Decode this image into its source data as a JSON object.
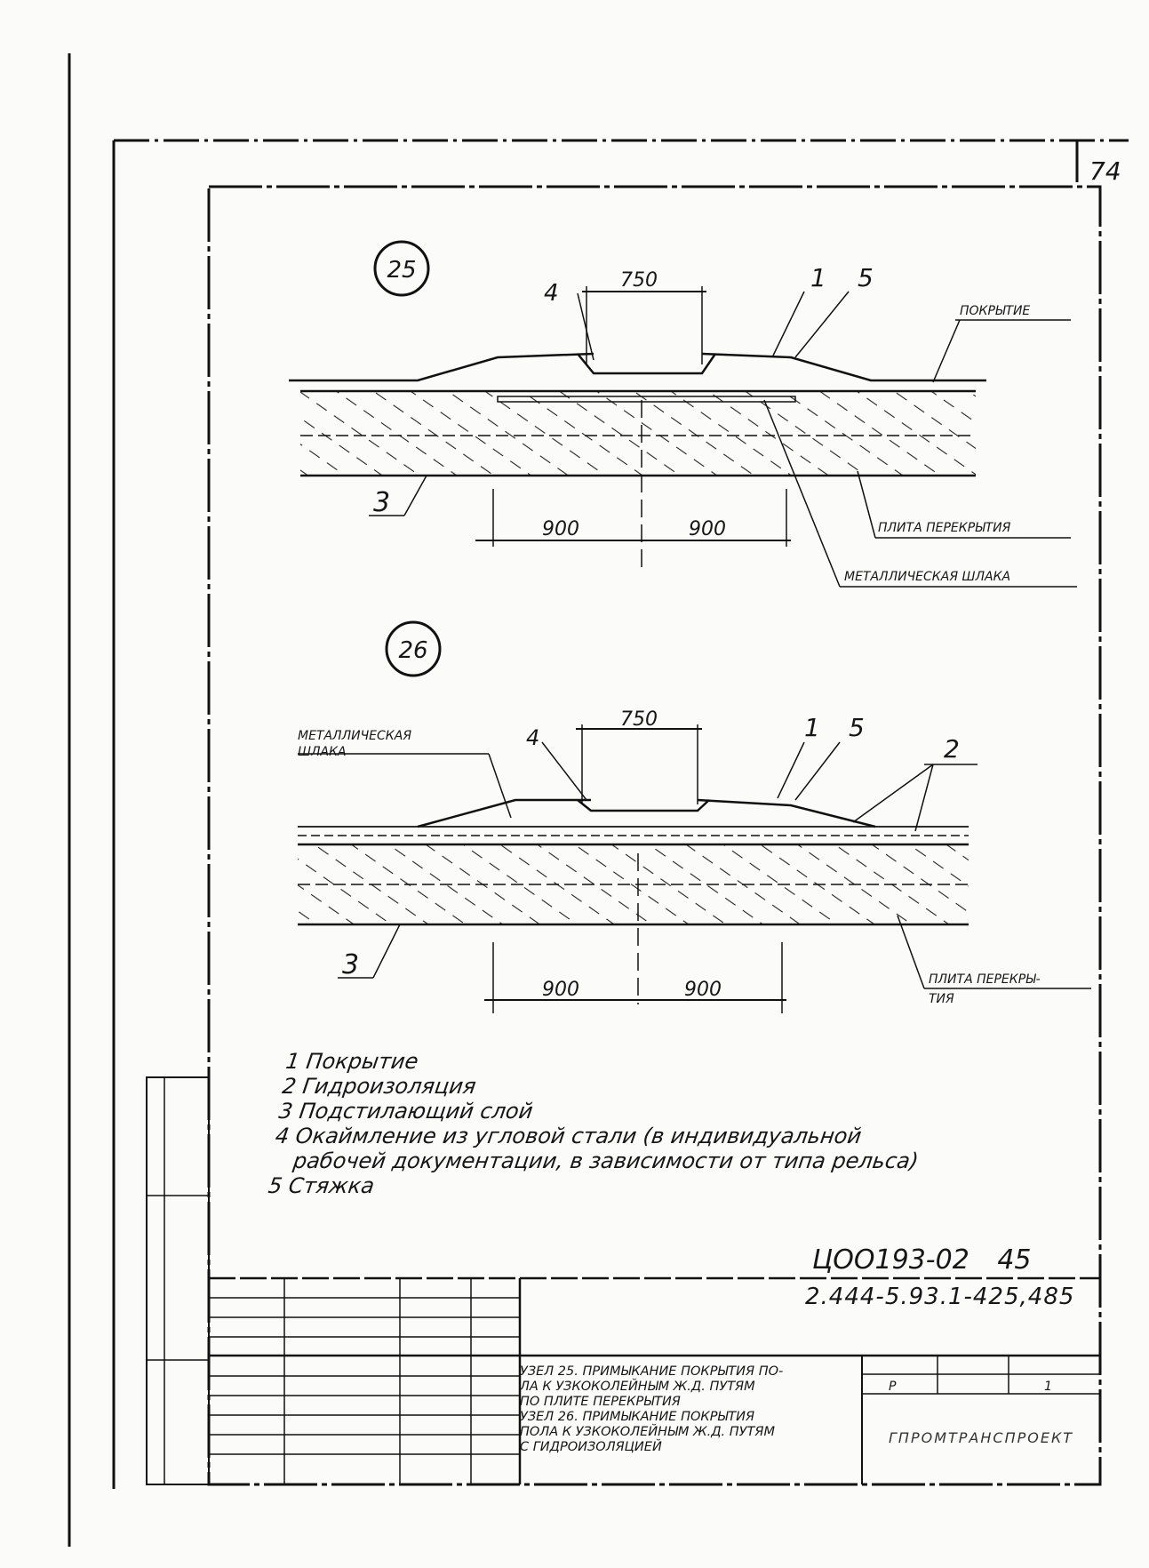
{
  "page_number": "74",
  "details": [
    {
      "number": "25",
      "dims": {
        "top": "750",
        "left": "900",
        "right": "900"
      },
      "callouts": {
        "c1": "1",
        "c4": "4",
        "c5": "5",
        "c3": "3"
      },
      "labels": {
        "covering": "ПОКРЫТИЕ",
        "slab": "ПЛИТА ПЕРЕКРЫТИЯ",
        "slag": "МЕТАЛЛИЧЕСКАЯ ШЛАКА"
      }
    },
    {
      "number": "26",
      "dims": {
        "top": "750",
        "left": "900",
        "right": "900"
      },
      "callouts": {
        "c1": "1",
        "c4": "4",
        "c5": "5",
        "c2": "2",
        "c3": "3"
      },
      "labels": {
        "slag_line1": "МЕТАЛЛИЧЕСКАЯ",
        "slag_line2": "ШЛАКА",
        "slab_line1": "ПЛИТА ПЕРЕКРЫ-",
        "slab_line2": "ТИЯ"
      }
    }
  ],
  "notes": [
    "1 Покрытие",
    "2 Гидроизоляция",
    "3 Подстилающий слой",
    "4 Окаймление из угловой стали (в индивидуальной",
    "рабочей документации, в зависимости от типа рельса)",
    "5 Стяжка"
  ],
  "title_block": {
    "archive_no": "ЦОО193-02",
    "sheet_mark": "45",
    "drawing_code": "2.444-5.93.1-425,485",
    "title_lines": [
      "Узел 25. Примыкание покрытия по-",
      "ла к узкоколейным ж.д. путям",
      "по плите перекрытия",
      "Узел 26. Примыкание покрытия",
      "пола к узкоколейным ж.д. путям",
      "с гидроизоляцией"
    ],
    "stage_value": "Р",
    "sheet_value": "1",
    "organization": "ГПРОМТРАНСПРОЕКТ"
  }
}
